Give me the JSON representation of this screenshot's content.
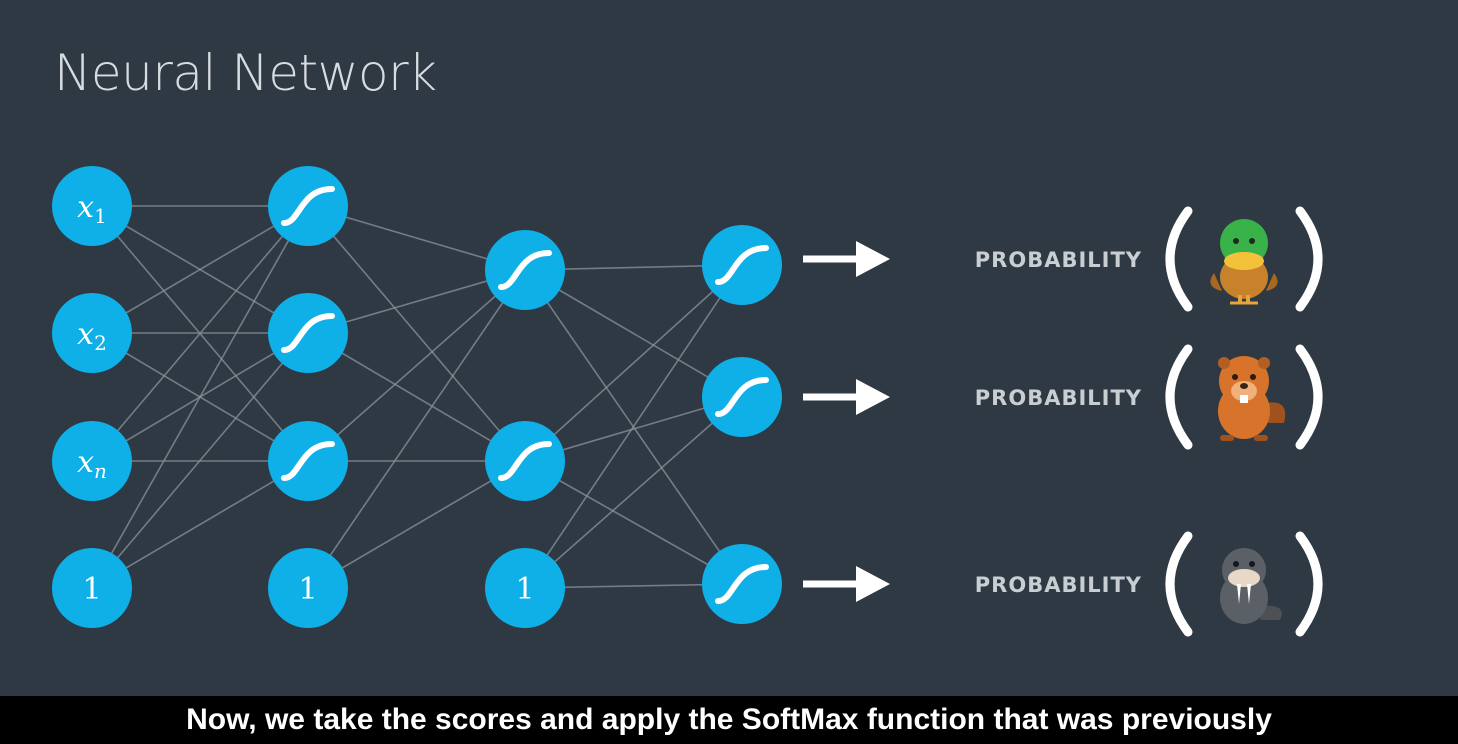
{
  "title": "Neural Network",
  "caption": "Now, we take the scores and apply the SoftMax function that was previously",
  "colors": {
    "background": "#2e3944",
    "node": "#0fb0e8",
    "edge": "#8b949c",
    "text": "#ffffff"
  },
  "inputs": [
    {
      "base": "x",
      "sub": "1"
    },
    {
      "base": "x",
      "sub": "2"
    },
    {
      "base": "x",
      "sub": "n"
    },
    {
      "base": "1",
      "sub": ""
    }
  ],
  "hidden_layer_1": {
    "sigmoid_nodes": 3,
    "bias_label": "1"
  },
  "hidden_layer_2": {
    "sigmoid_nodes": 2,
    "bias_label": "1"
  },
  "outputs": [
    {
      "label": "PROBABILITY",
      "icon": "duck-icon"
    },
    {
      "label": "PROBABILITY",
      "icon": "beaver-icon"
    },
    {
      "label": "PROBABILITY",
      "icon": "walrus-icon"
    }
  ]
}
